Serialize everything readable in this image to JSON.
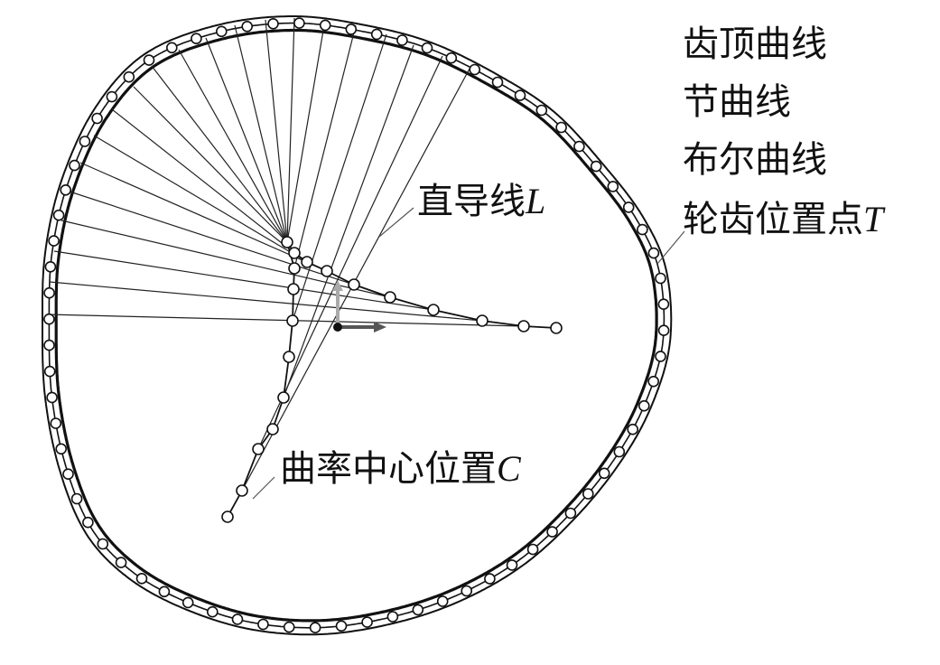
{
  "legend": [
    {
      "id": "addendum",
      "text": "齿顶曲线"
    },
    {
      "id": "pitch",
      "text": "节曲线"
    },
    {
      "id": "boolean",
      "text": "布尔曲线"
    },
    {
      "id": "tooth",
      "text": "轮齿位置点",
      "symbol": "T"
    }
  ],
  "callouts": {
    "directrix": {
      "text": "直导线",
      "symbol": "L"
    },
    "center": {
      "text": "曲率中心位置",
      "symbol": "C"
    }
  },
  "colors": {
    "line": "#111111",
    "axis_gray": "#aaaaaa",
    "axis_x": "#555555",
    "background": "#ffffff"
  }
}
